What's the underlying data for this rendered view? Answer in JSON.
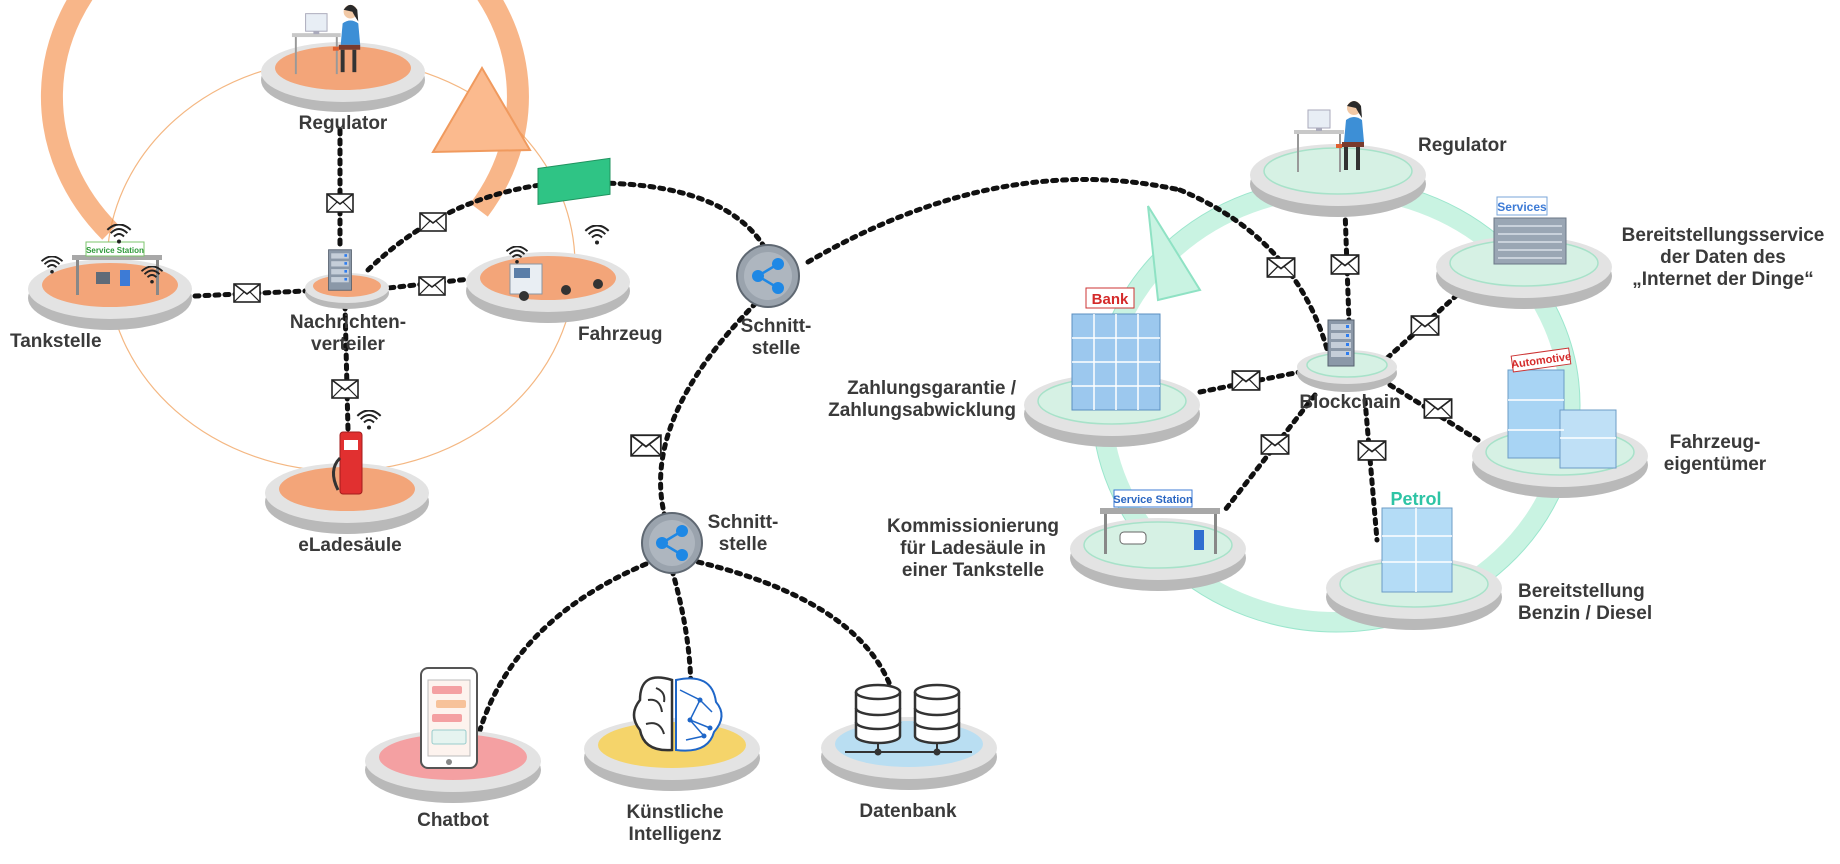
{
  "colors": {
    "left_ring": "#f7ae7c",
    "left_disc_top": "#f3a579",
    "right_ring": "#c9f3e2",
    "right_disc_top": "#d6f1e4",
    "chatbot_disc": "#f4a0a2",
    "ai_disc": "#f5d46a",
    "db_disc": "#b9def2",
    "hub": "#9aa3ad",
    "hub_icon": "#1e88e5",
    "edge": "#111111"
  },
  "left_ring": {
    "regulator": "Regulator",
    "tankstelle": "Tankstelle",
    "fahrzeug": "Fahrzeug",
    "eladesaeule": "eLadesäule",
    "verteiler": [
      "Nachrichten-",
      "verteiler"
    ],
    "sign_service_station": "Service Station"
  },
  "hubs": {
    "top": [
      "Schnitt-",
      "stelle"
    ],
    "bottom": [
      "Schnitt-",
      "stelle"
    ]
  },
  "bottom_nodes": {
    "chatbot": "Chatbot",
    "ki": [
      "Künstliche",
      "Intelligenz"
    ],
    "datenbank": "Datenbank"
  },
  "right_ring": {
    "regulator": "Regulator",
    "iot": [
      "Bereitstellungsservice",
      "der Daten des",
      "„Internet der Dinge“"
    ],
    "zahlung": [
      "Zahlungsgarantie /",
      "Zahlungsabwicklung"
    ],
    "blockchain": "Blockchain",
    "fahrzeug": [
      "Fahrzeug-",
      "eigentümer"
    ],
    "kommission": [
      "Kommissionierung",
      "für Ladesäule in",
      "einer Tankstelle"
    ],
    "benzin": [
      "Bereitstellung",
      "Benzin / Diesel"
    ],
    "sign_bank": "Bank",
    "sign_services": "Services",
    "sign_automotive": "Automotive",
    "sign_service_station": "Service Station",
    "sign_petrol": "Petrol"
  }
}
